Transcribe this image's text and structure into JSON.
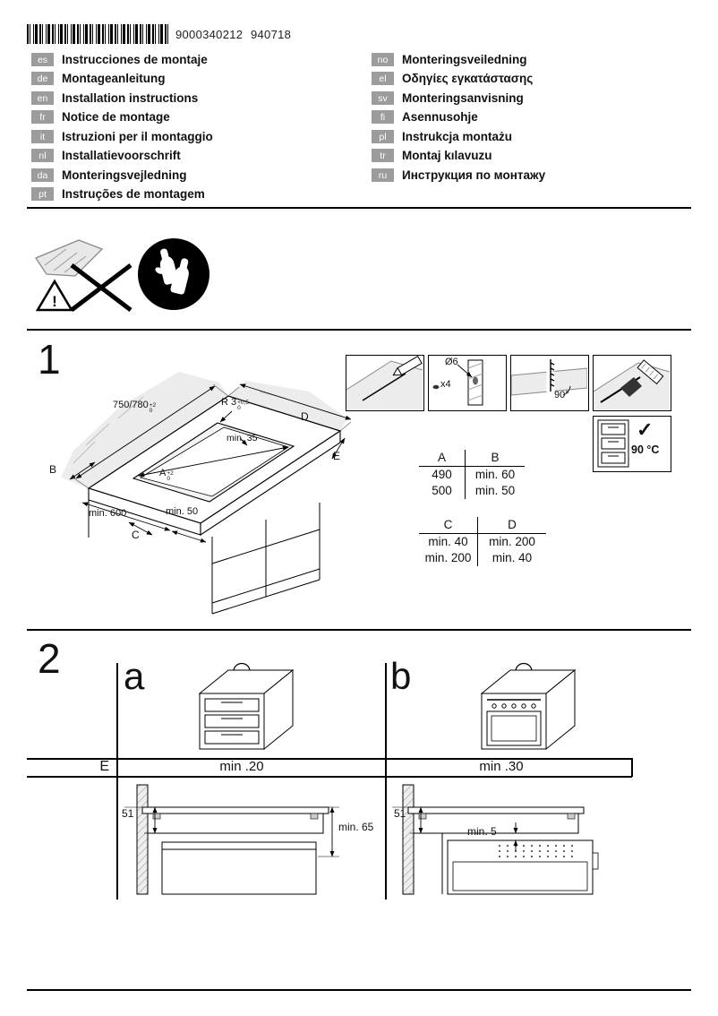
{
  "header": {
    "barcode_text": "9000340212",
    "date_code": "940718"
  },
  "languages": {
    "left": [
      {
        "code": "es",
        "title": "Instrucciones de montaje"
      },
      {
        "code": "de",
        "title": "Montageanleitung"
      },
      {
        "code": "en",
        "title": "Installation instructions"
      },
      {
        "code": "fr",
        "title": "Notice de montage"
      },
      {
        "code": "it",
        "title": "Istruzioni per il montaggio"
      },
      {
        "code": "nl",
        "title": "Installatievoorschrift"
      },
      {
        "code": "da",
        "title": "Monteringsvejledning"
      },
      {
        "code": "pt",
        "title": "Instruções de montagem"
      }
    ],
    "right": [
      {
        "code": "no",
        "title": "Monteringsveiledning"
      },
      {
        "code": "el",
        "title": "Οδηγίες εγκατάστασης"
      },
      {
        "code": "sv",
        "title": "Monteringsanvisning"
      },
      {
        "code": "fi",
        "title": "Asennusohje"
      },
      {
        "code": "pl",
        "title": "Instrukcja montażu"
      },
      {
        "code": "tr",
        "title": "Montaj kılavuzu"
      },
      {
        "code": "ru",
        "title": "Инструкция по монтажу"
      }
    ]
  },
  "icons": {
    "exclamation": "!"
  },
  "step1": {
    "number": "1",
    "labels": {
      "width": "750/780",
      "width_sup": "+2",
      "width_sub": "0",
      "radius": "R 3",
      "radius_sup": "+0,5",
      "radius_sub": "0",
      "min35": "min. 35",
      "a": "A",
      "a_sup": "+2",
      "a_sub": "0",
      "b": "B",
      "c": "C",
      "d": "D",
      "e": "E",
      "min600": "min. 600",
      "min50": "min. 50"
    },
    "details": {
      "drill_dia": "Ø6",
      "drill_count": "x4",
      "saw_angle": "90°",
      "temp": "90 °C",
      "check": "✓"
    },
    "table_ab": {
      "col1": "A",
      "col2": "B",
      "rows": [
        [
          "490",
          "min. 60"
        ],
        [
          "500",
          "min. 50"
        ]
      ]
    },
    "table_cd": {
      "col1": "C",
      "col2": "D",
      "rows": [
        [
          "min. 40",
          "min. 200"
        ],
        [
          "min. 200",
          "min. 40"
        ]
      ]
    }
  },
  "step2": {
    "number": "2",
    "variant_a_label": "a",
    "variant_b_label": "b",
    "row_label": "E",
    "variant_a_value": "min .20",
    "variant_b_value": "min .30",
    "a_thickness": "51",
    "a_clearance": "min. 65",
    "b_thickness": "51",
    "b_clearance": "min. 5"
  }
}
